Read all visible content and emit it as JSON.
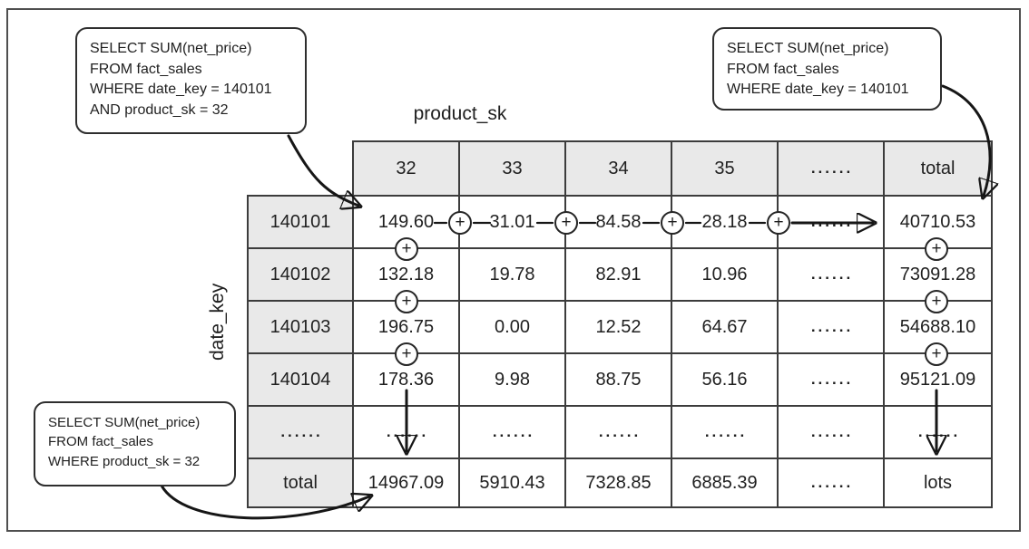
{
  "figure": {
    "type": "data-cube-aggregation-diagram"
  },
  "colors": {
    "c-bg": "#ffffff",
    "c-frame": "#4f4f4f",
    "c-grid": "#3c3c3c",
    "c-fill": "#e9e9e9",
    "c-text": "#1f1f1f"
  },
  "icons": {
    "plus": "+"
  },
  "callouts": {
    "top_left": {
      "lines": [
        "SELECT SUM(net_price)",
        "FROM fact_sales",
        "WHERE date_key = 140101",
        "AND product_sk = 32"
      ]
    },
    "top_right": {
      "lines": [
        "SELECT SUM(net_price)",
        "FROM fact_sales",
        "WHERE date_key = 140101"
      ]
    },
    "bottom_left": {
      "lines": [
        "SELECT SUM(net_price)",
        "FROM fact_sales",
        "WHERE product_sk = 32"
      ]
    }
  },
  "matrix": {
    "col_axis_label": "product_sk",
    "row_axis_label": "date_key",
    "col_headers": [
      "32",
      "33",
      "34",
      "35",
      "......",
      "total"
    ],
    "row_headers": [
      "140101",
      "140102",
      "140103",
      "140104",
      "......",
      "total"
    ],
    "rows": [
      [
        "149.60",
        "31.01",
        "84.58",
        "28.18",
        "......",
        "40710.53"
      ],
      [
        "132.18",
        "19.78",
        "82.91",
        "10.96",
        "......",
        "73091.28"
      ],
      [
        "196.75",
        "0.00",
        "12.52",
        "64.67",
        "......",
        "54688.10"
      ],
      [
        "178.36",
        "9.98",
        "88.75",
        "56.16",
        "......",
        "95121.09"
      ],
      [
        "......",
        "......",
        "......",
        "......",
        "......",
        "......"
      ],
      [
        "14967.09",
        "5910.43",
        "7328.85",
        "6885.39",
        "......",
        "lots"
      ]
    ]
  }
}
